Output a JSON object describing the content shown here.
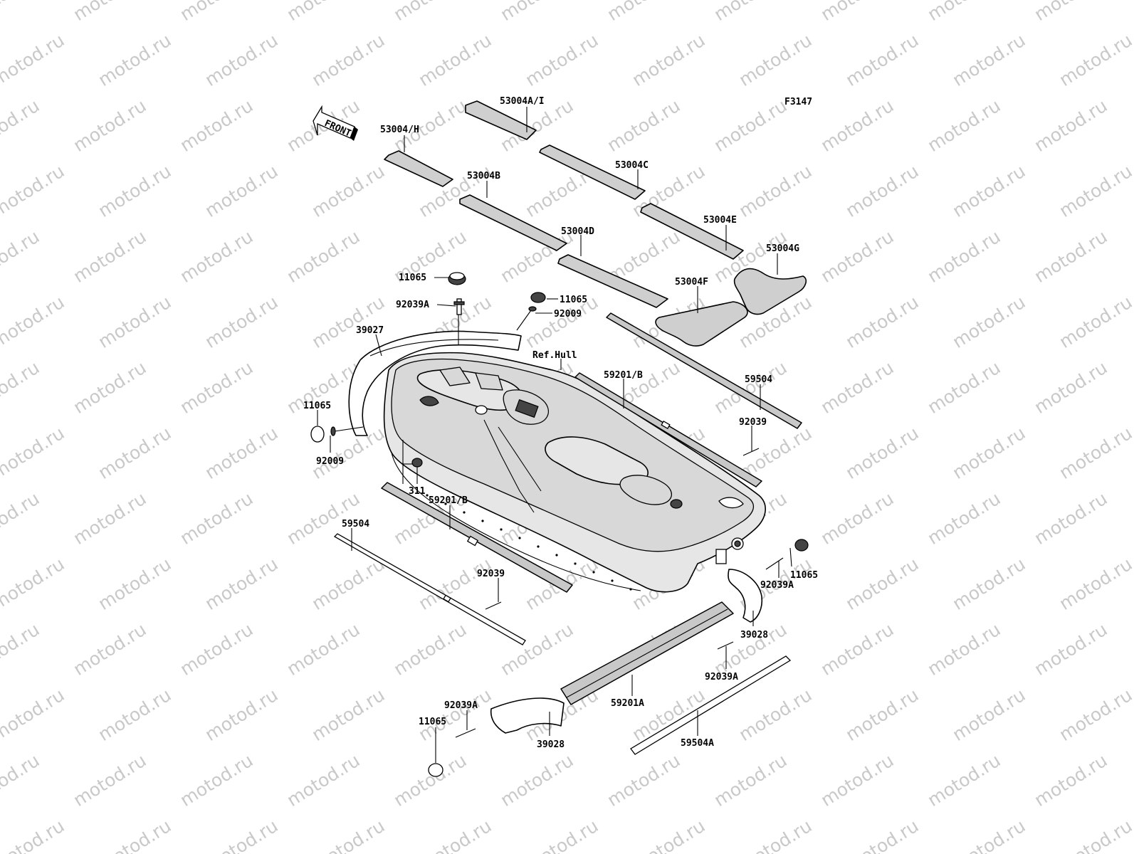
{
  "watermark": "motod.ru",
  "figure_code": "F3147",
  "front_label": "FRONT",
  "labels": {
    "l53004AI": "53004A/I",
    "l53004H": "53004/H",
    "l53004C": "53004C",
    "l53004B": "53004B",
    "l53004E": "53004E",
    "l53004D": "53004D",
    "l53004G": "53004G",
    "l53004F": "53004F",
    "l11065_a": "11065",
    "l92039A_a": "92039A",
    "l11065_b": "11065",
    "l92009_a": "92009",
    "l39027": "39027",
    "lRefHull": "Ref.Hull",
    "l59201B_a": "59201/B",
    "l59504_a": "59504",
    "l11065_c": "11065",
    "l92039_a": "92039",
    "l92009_b": "92009",
    "l311": "311",
    "l59201B_b": "59201/B",
    "l59504_b": "59504",
    "l92039_b": "92039",
    "l11065_d": "11065",
    "l92039A_b": "92039A",
    "l39028_a": "39028",
    "l92039A_c": "92039A",
    "l59201A": "59201A",
    "l92039A_d": "92039A",
    "l11065_e": "11065",
    "l39028_b": "39028",
    "l59504A": "59504A"
  },
  "colors": {
    "line": "#000000",
    "pad_fill": "#cfcfcf",
    "watermark": "#c9c9c9"
  }
}
